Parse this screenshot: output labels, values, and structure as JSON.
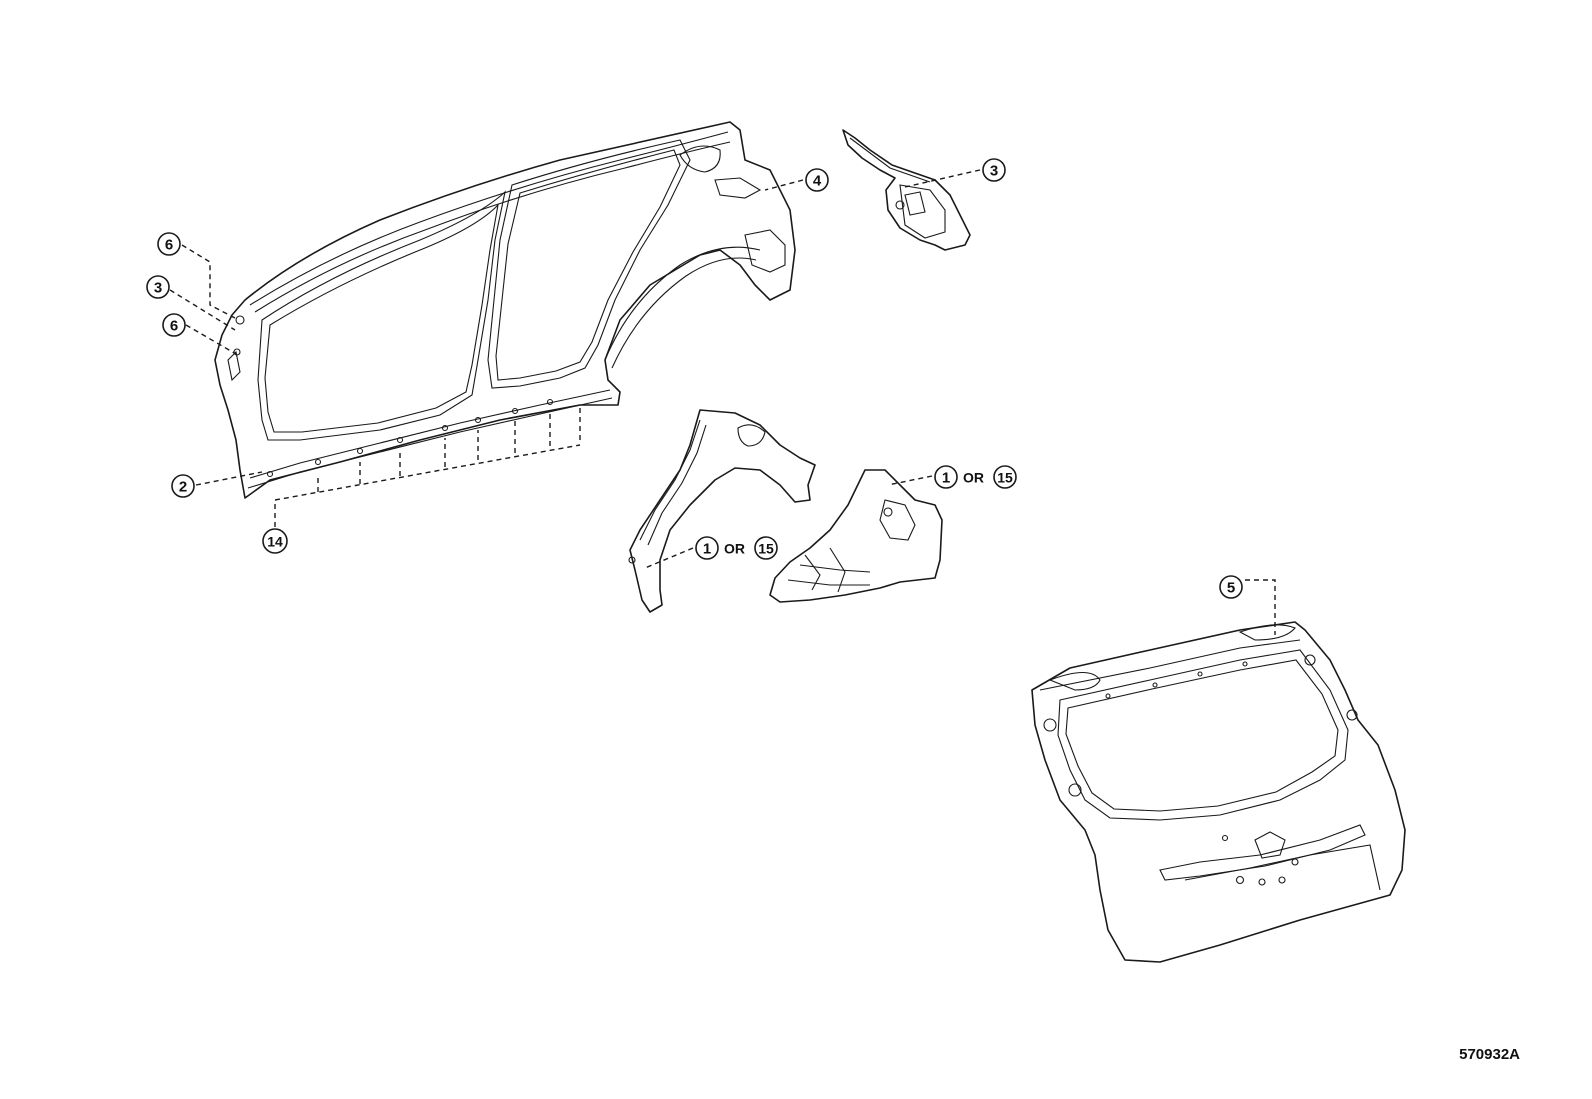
{
  "callouts": {
    "c6a": "6",
    "c3a": "3",
    "c6b": "6",
    "c2": "2",
    "c14": "14",
    "c4": "4",
    "c3b": "3",
    "c1a": "1",
    "c15a": "15",
    "c1b": "1",
    "c15b": "15",
    "c5": "5"
  },
  "or_label": "OR",
  "reference_code": "570932A"
}
